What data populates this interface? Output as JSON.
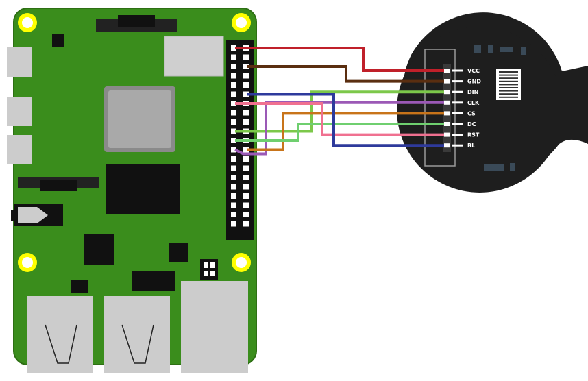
{
  "colors": {
    "board": "#3a8d1c",
    "board_edge": "#2e6f14",
    "hole": "#ffff00",
    "chip_dark": "#111111",
    "chip_gray": "#8a8a8a",
    "port_gray": "#cccccc",
    "display_body": "#1e1e1e",
    "background": "#ffffff"
  },
  "display": {
    "pins": [
      {
        "label": "VCC",
        "color": "#c0202a"
      },
      {
        "label": "GND",
        "color": "#5a2e10"
      },
      {
        "label": "DIN",
        "color": "#7cc84a"
      },
      {
        "label": "CLK",
        "color": "#9b59b6"
      },
      {
        "label": "CS",
        "color": "#c8741a"
      },
      {
        "label": "DC",
        "color": "#6fcf6f"
      },
      {
        "label": "RST",
        "color": "#f07090"
      },
      {
        "label": "BL",
        "color": "#2e3a9c"
      }
    ]
  },
  "icons": {
    "board": "raspberry-pi-board-icon",
    "display": "round-lcd-display-icon"
  }
}
